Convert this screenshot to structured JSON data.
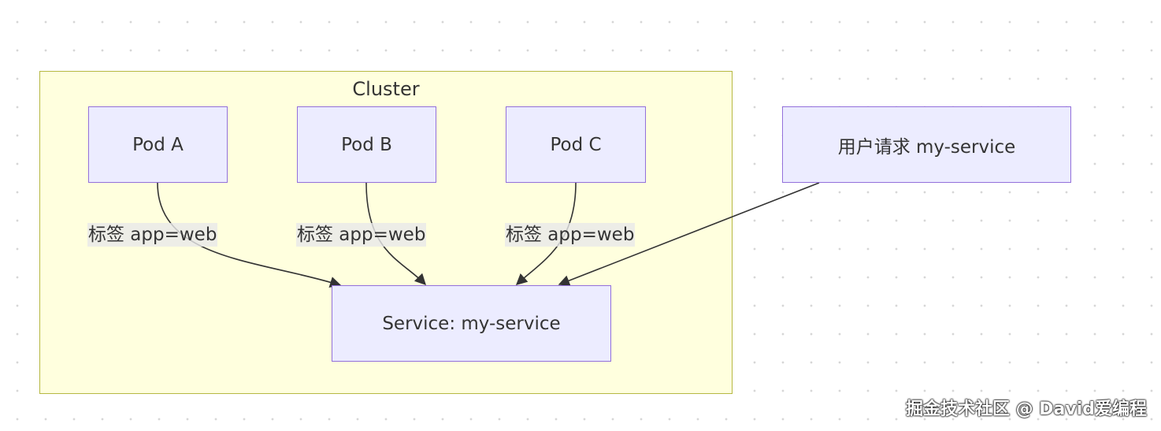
{
  "cluster": {
    "title": "Cluster"
  },
  "nodes": {
    "pod_a": "Pod A",
    "pod_b": "Pod B",
    "pod_c": "Pod C",
    "user_request": "用户请求 my-service",
    "service": "Service: my-service"
  },
  "edges": {
    "label_a": "标签 app=web",
    "label_b": "标签 app=web",
    "label_c": "标签 app=web"
  },
  "watermark": "掘金技术社区 @ David爱编程",
  "colors": {
    "node_fill": "#ececff",
    "node_border": "#9370db",
    "cluster_fill": "#ffffde",
    "cluster_border": "#b6b842",
    "edge": "#333333"
  }
}
